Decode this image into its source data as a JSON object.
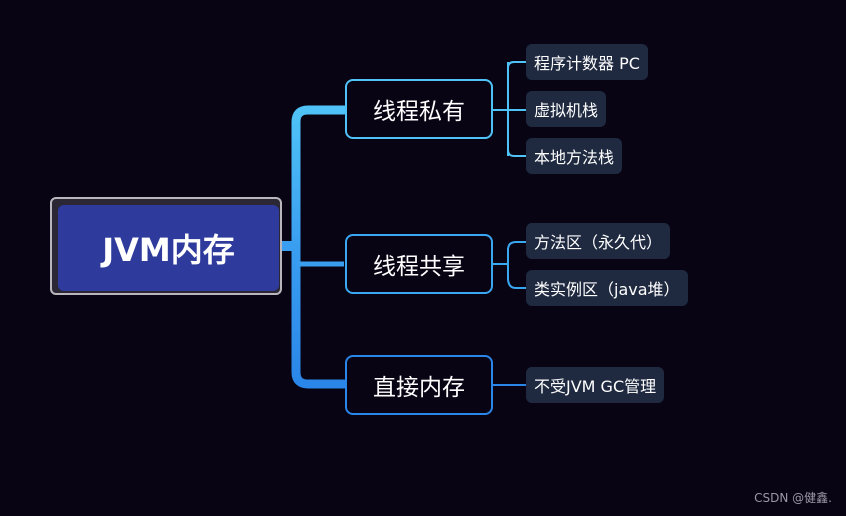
{
  "root": {
    "label": "JVM内存"
  },
  "branches": [
    {
      "label": "线程私有",
      "leaves": [
        "程序计数器 PC",
        "虚拟机栈",
        "本地方法栈"
      ]
    },
    {
      "label": "线程共享",
      "leaves": [
        "方法区（永久代）",
        "类实例区（java堆）"
      ]
    },
    {
      "label": "直接内存",
      "leaves": [
        "不受JVM GC管理"
      ]
    }
  ],
  "watermark": "CSDN @健鑫.",
  "colors": {
    "background": "#080414",
    "root_fill": "#2e3b9c",
    "branch_border_top": "#4fc3f7",
    "branch_border_mid": "#3aa7f2",
    "branch_border_bottom": "#2a86e8",
    "leaf_fill": "#1f2a40"
  }
}
